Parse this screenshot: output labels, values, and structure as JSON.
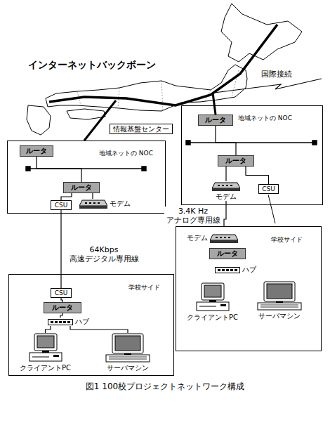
{
  "diagram": {
    "caption": "図1 100校プロジェクトネットワーク構成",
    "nodes": [
      {
        "text": [
          "情報基盤センター"
        ]
      },
      {
        "text": [
          "地域ネットの NOC"
        ]
      },
      {
        "text": [
          "ルータ"
        ],
        "in": 1
      },
      {
        "text": [
          "ルータ"
        ],
        "in": 1
      },
      {
        "text": [
          "CSU"
        ],
        "in": 1
      },
      {
        "text": [
          "モデム"
        ],
        "in": 1
      },
      {
        "text": [
          "地域ネットの NOC"
        ]
      },
      {
        "text": [
          "ルータ"
        ],
        "in": 6
      },
      {
        "text": [
          "ルータ"
        ],
        "in": 6
      },
      {
        "text": [
          "モデム"
        ],
        "in": 6
      },
      {
        "text": [
          "CSU"
        ],
        "in": 6
      },
      {
        "text": [
          "学校サイド"
        ]
      },
      {
        "text": [
          "CSU"
        ],
        "in": 11
      },
      {
        "text": [
          "ルータ"
        ],
        "in": 11
      },
      {
        "text": [
          "ハブ"
        ],
        "in": 11
      },
      {
        "text": [
          "クライアントPC"
        ],
        "in": 11
      },
      {
        "text": [
          "サーバマシン"
        ],
        "in": 11
      },
      {
        "text": [
          "学校サイド"
        ]
      },
      {
        "text": [
          "モデム"
        ],
        "in": 17
      },
      {
        "text": [
          "ルータ"
        ],
        "in": 17
      },
      {
        "text": [
          "ハブ"
        ],
        "in": 17
      },
      {
        "text": [
          "クライアントPC"
        ],
        "in": 17
      },
      {
        "text": [
          "サーバマシン"
        ],
        "in": 17
      }
    ],
    "edges": [
      {
        "from": 2,
        "to": 3,
        "arrow": "none"
      },
      {
        "from": 3,
        "to": 4,
        "arrow": "none"
      },
      {
        "from": 3,
        "to": 5,
        "arrow": "none"
      },
      {
        "from": 7,
        "to": 8,
        "arrow": "none"
      },
      {
        "from": 8,
        "to": 9,
        "arrow": "none"
      },
      {
        "from": 8,
        "to": 10,
        "arrow": "none"
      },
      {
        "from": 4,
        "to": 12,
        "label": "64Kbps 高速デジタル専用線",
        "arrow": "none"
      },
      {
        "from": 9,
        "to": 18,
        "label": "3.4K Hz アナログ専用線",
        "arrow": "none"
      },
      {
        "from": 12,
        "to": 13,
        "arrow": "none"
      },
      {
        "from": 13,
        "to": 14,
        "arrow": "none"
      },
      {
        "from": 14,
        "to": 15,
        "arrow": "none"
      },
      {
        "from": 14,
        "to": 16,
        "arrow": "none"
      },
      {
        "from": 18,
        "to": 19,
        "arrow": "none"
      },
      {
        "from": 19,
        "to": 20,
        "arrow": "none"
      },
      {
        "from": 20,
        "to": 21,
        "arrow": "none"
      },
      {
        "from": 20,
        "to": 22,
        "arrow": "none"
      }
    ],
    "labels": [
      "インターネットバックボーン",
      "国際接続"
    ]
  }
}
